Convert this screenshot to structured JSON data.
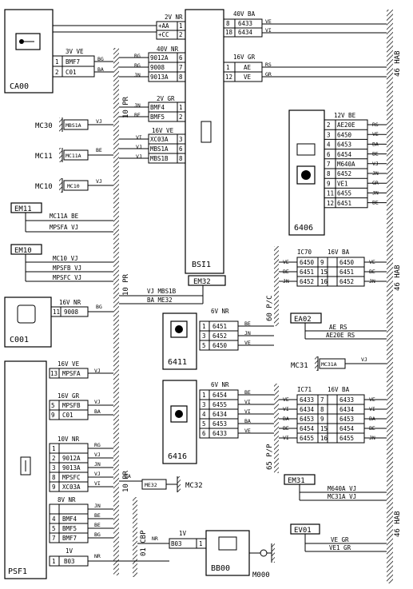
{
  "components": {
    "ca00": "CA00",
    "bsi1": "BSI1",
    "psf1": "PSF1",
    "c001": "C001",
    "bb00": "BB00",
    "m000": "M000",
    "c6406": "6406",
    "c6411": "6411",
    "c6416": "6416",
    "mc30": "MC30",
    "mc11": "MC11",
    "mc10": "MC10",
    "mc31": "MC31",
    "mc32": "MC32",
    "em11": "EM11",
    "em10": "EM10",
    "em31": "EM31",
    "ea02": "EA02",
    "ev01": "EV01",
    "em32": "EM32",
    "ic70": "IC70",
    "ic71": "IC71"
  },
  "harness": {
    "h46hab_1": "46 HAB",
    "h46hab_2": "46 HAB",
    "h46hab_3": "46 HAB",
    "h10pr_1": "10 PR",
    "h10pr_2": "10 PR",
    "h10pr_3": "10 PR",
    "h60pc": "60 P/C",
    "h65pp": "65 P/P",
    "h01cbp": "01 CBP"
  },
  "bsi_top": {
    "c2vnr": "2V NR",
    "r1": [
      "+AA",
      "1"
    ],
    "r2": [
      "+CC",
      "2"
    ],
    "c40vnr": "40V NR",
    "r3": [
      "9012A",
      "6"
    ],
    "r4": [
      "9008",
      "7"
    ],
    "r5": [
      "9013A",
      "8"
    ],
    "c2vgr": "2V GR",
    "r6": [
      "BMF4",
      "1"
    ],
    "r7": [
      "BMF5",
      "2"
    ],
    "c16vve": "16V VE",
    "r8": [
      "XC03A",
      "3"
    ],
    "r9": [
      "MBS1A",
      "6"
    ],
    "r10": [
      "MBS1B",
      "8"
    ]
  },
  "bsi_right": {
    "c40vba": "40V BA",
    "a1": [
      "8",
      "6433",
      "VE"
    ],
    "a2": [
      "18",
      "6434",
      "VI"
    ],
    "c16vgr": "16V GR",
    "b1": [
      "1",
      "AE",
      "RS"
    ],
    "b2": [
      "12",
      "VE",
      "GR"
    ]
  },
  "ca00_conn": {
    "head": "3V VE",
    "r1": [
      "1",
      "BMF7",
      "BG"
    ],
    "r2": [
      "2",
      "C01",
      "BA"
    ]
  },
  "bsi_left_wires": {
    "w1": "RG",
    "w2": "BG",
    "w3": "JN",
    "w4": "JN",
    "w5": "BE",
    "w6": "VI",
    "w7": "VJ",
    "w8": "VJ"
  },
  "mc_labels": {
    "mc30_pin": "MBS1A",
    "mc30_w": "VJ",
    "mc11_pin": "MC11A",
    "mc11_w": "BE",
    "mc10_pin": "MC10",
    "mc10_w": "VJ"
  },
  "em11_wires": {
    "w1": "MC11A BE",
    "w2": "MPSFA VJ"
  },
  "em10_wires": {
    "w1": "MC10 VJ",
    "w2": "MPSFB VJ",
    "w3": "MPSFC VJ"
  },
  "em32_wires": {
    "w1": "VJ  MBS1B",
    "w2": "BA  ME32"
  },
  "c001_conn": {
    "head": "16V NR",
    "r1": [
      "11",
      "9008",
      "BG"
    ]
  },
  "c6406": {
    "head": "12V BE",
    "rows": [
      [
        "2",
        "AE20E",
        "RS"
      ],
      [
        "3",
        "6450",
        "VE"
      ],
      [
        "4",
        "6453",
        "BA"
      ],
      [
        "6",
        "6454",
        "BE"
      ],
      [
        "7",
        "M640A",
        "VJ"
      ],
      [
        "8",
        "6452",
        "JN"
      ],
      [
        "9",
        "VE1",
        "GR"
      ],
      [
        "11",
        "6455",
        "JN"
      ],
      [
        "12",
        "6451",
        "BE"
      ]
    ]
  },
  "ic70": {
    "head": "16V BA",
    "rows": [
      [
        "VE",
        "6450",
        "9",
        "6450",
        "VE"
      ],
      [
        "BE",
        "6451",
        "15",
        "6451",
        "BE"
      ],
      [
        "JN",
        "6452",
        "16",
        "6452",
        "JN"
      ]
    ]
  },
  "c6411": {
    "head": "6V NR",
    "rows": [
      [
        "1",
        "6451",
        "BE"
      ],
      [
        "3",
        "6452",
        "JN"
      ],
      [
        "5",
        "6450",
        "VE"
      ]
    ]
  },
  "ea02": {
    "w1": "AE  RS",
    "w2": "AE20E RS"
  },
  "mc31": {
    "pin": "MC31A",
    "w": "VJ"
  },
  "c6416": {
    "head": "6V NR",
    "rows": [
      [
        "1",
        "6454",
        "BE"
      ],
      [
        "3",
        "6455",
        "VI"
      ],
      [
        "4",
        "6434",
        "VI"
      ],
      [
        "5",
        "6453",
        "BA"
      ],
      [
        "6",
        "6433",
        "VE"
      ]
    ]
  },
  "ic71": {
    "head": "16V BA",
    "rows": [
      [
        "VE",
        "6433",
        "7",
        "6433",
        "VE"
      ],
      [
        "VI",
        "6434",
        "8",
        "6434",
        "VI"
      ],
      [
        "BA",
        "6453",
        "9",
        "6453",
        "BA"
      ],
      [
        "BE",
        "6454",
        "15",
        "6454",
        "BE"
      ],
      [
        "VI",
        "6455",
        "16",
        "6455",
        "JN"
      ]
    ]
  },
  "em31_wires": {
    "w1": "M640A VJ",
    "w2": "MC31A VJ"
  },
  "ev01_wires": {
    "w1": "VE  GR",
    "w2": "VE1  GR"
  },
  "psf_top": {
    "head": "16V VE",
    "r1": [
      "13",
      "MPSFA",
      "VJ"
    ]
  },
  "psf_gr": {
    "head": "16V GR",
    "r1": [
      "5",
      "MPSFB",
      "VJ"
    ],
    "r2": [
      "9",
      "C01",
      "BA"
    ]
  },
  "psf_nr": {
    "head": "10V NR",
    "rows": [
      [
        "1",
        "",
        "RG"
      ],
      [
        "2",
        "9012A",
        "VJ"
      ],
      [
        "3",
        "9013A",
        "JN"
      ],
      [
        "8",
        "MPSFC",
        "VJ"
      ],
      [
        "9",
        "XC03A",
        "VI"
      ]
    ]
  },
  "psf_8v": {
    "head": "8V NR",
    "rows": [
      [
        "",
        "",
        "JN"
      ],
      [
        "4",
        "BMF4",
        "BE"
      ],
      [
        "5",
        "BMF5",
        "BE"
      ],
      [
        "7",
        "BMF7",
        "BG"
      ]
    ]
  },
  "psf_1v": {
    "head": "1V",
    "r1": [
      "1",
      "B03",
      "NR"
    ]
  },
  "me32": {
    "label": "ME32",
    "wire": "BA"
  },
  "bb00": {
    "head": "1V",
    "wire_nr": "NR",
    "pin": [
      "B03",
      "1"
    ]
  }
}
